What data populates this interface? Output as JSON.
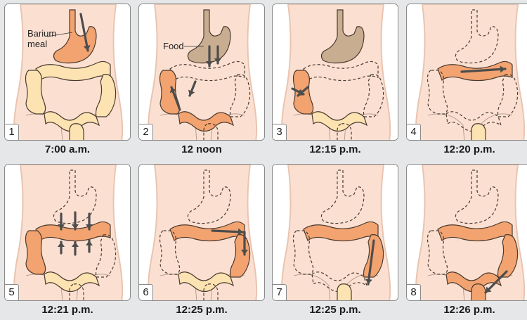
{
  "panels": [
    {
      "number": "1",
      "time": "7:00 a.m."
    },
    {
      "number": "2",
      "time": "12 noon"
    },
    {
      "number": "3",
      "time": "12:15 p.m."
    },
    {
      "number": "4",
      "time": "12:20 p.m."
    },
    {
      "number": "5",
      "time": "12:21 p.m."
    },
    {
      "number": "6",
      "time": "12:25 p.m."
    },
    {
      "number": "7",
      "time": "12:25 p.m."
    },
    {
      "number": "8",
      "time": "12:26 p.m."
    }
  ],
  "labels": {
    "barium_line1": "Barium",
    "barium_line2": "meal",
    "food": "Food"
  },
  "colors": {
    "skin": "#fbe0d2",
    "body_edge": "#e9c4b1",
    "barium": "#f3a36f",
    "colon_light": "#fde3b1",
    "food": "#c9ad91",
    "outline": "#4a3a30",
    "arrow": "#4d4d4d"
  }
}
